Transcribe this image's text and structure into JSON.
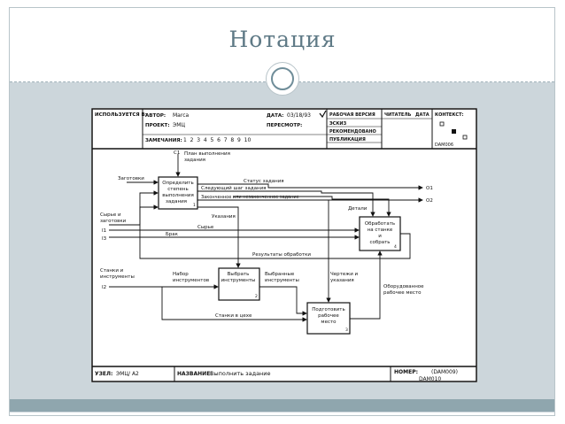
{
  "slide": {
    "title": "Нотация"
  },
  "header": {
    "used_at": "ИСПОЛЬЗУЕТСЯ В:",
    "author_label": "АВТОР:",
    "author": "Marca",
    "project_label": "ПРОЕКТ:",
    "project": "ЭМЦ",
    "notes_label": "ЗАМЕЧАНИЯ:",
    "notes": "1  2  3  4  5  6  7  8  9  10",
    "date_label": "ДАТА:",
    "date": "03/18/93",
    "rev_label": "ПЕРЕСМОТР:",
    "working": "РАБОЧАЯ ВЕРСИЯ",
    "draft": "ЭСКИЗ",
    "recommended": "РЕКОМЕНДОВАНО",
    "publication": "ПУБЛИКАЦИЯ",
    "reader": "ЧИТАТЕЛЬ",
    "reader_date": "ДАТА",
    "context": "КОНТЕКСТ:",
    "context_code": "DAM006"
  },
  "boxes": [
    {
      "label": [
        "Определить",
        "степень",
        "выполнения",
        "задания"
      ],
      "num": "1"
    },
    {
      "label": [
        "Выбрать",
        "инструменты"
      ],
      "num": "2"
    },
    {
      "label": [
        "Подготовить",
        "рабочее",
        "место"
      ],
      "num": "3"
    },
    {
      "label": [
        "Обработать",
        "на станке",
        "и",
        "собрать"
      ],
      "num": "4"
    }
  ],
  "arrows": {
    "c1": "C1",
    "plan": [
      "План выполнения",
      "задания"
    ],
    "blanks": "Заготовки",
    "raw_and_blanks": [
      "Сырье и",
      "заготовки"
    ],
    "i1": "I1",
    "i3": "I3",
    "i2": "I2",
    "o1": "O1",
    "o2": "O2",
    "task_status": "Статус задания",
    "next_step": "Следующий шаг задания",
    "finished": "Законченное или незаконченное задание",
    "instructions": "Указания",
    "details": "Детали",
    "raw": "Сырье",
    "defect": "Брак",
    "results": "Результаты обработки",
    "machines_tools": [
      "Станки и",
      "инструменты"
    ],
    "tool_set": [
      "Набор",
      "инструментов"
    ],
    "selected_tools": [
      "Выбранные",
      "инструменты"
    ],
    "drawings": [
      "Чертежи и",
      "указания"
    ],
    "equipped": [
      "Оборудованное",
      "рабочее место"
    ],
    "machines_shop": "Станки в цехе"
  },
  "footer": {
    "node_label": "УЗЕЛ:",
    "node": "ЭМЦ/ А2",
    "name_label": "НАЗВАНИЕ:",
    "name": "Выполнить задание",
    "number_label": "НОМЕР:",
    "number": "(DAM009)",
    "number2": "DAM010"
  }
}
